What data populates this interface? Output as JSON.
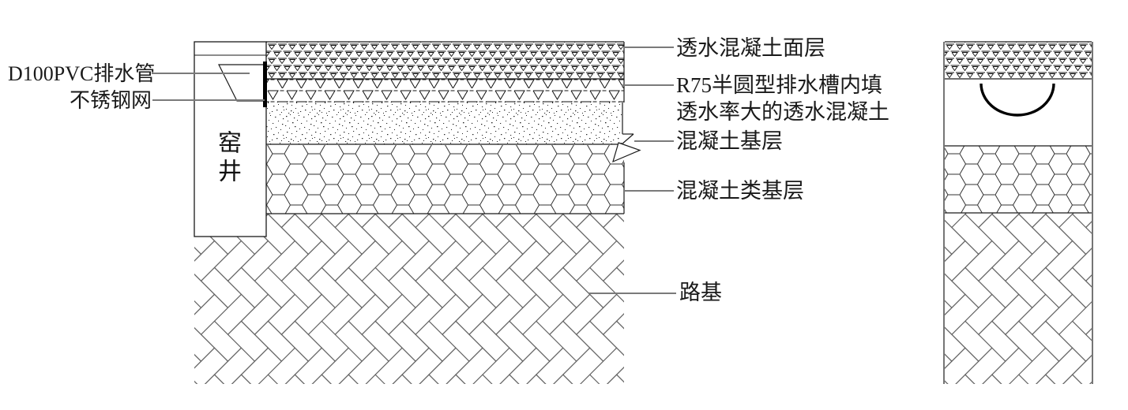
{
  "drawing": {
    "left_labels": [
      {
        "id": "drain-pipe",
        "text": "D100PVC排水管"
      },
      {
        "id": "steel-mesh",
        "text": "不锈钢网"
      }
    ],
    "shaft_label": "窑井",
    "right_labels": [
      {
        "id": "surface-layer",
        "text": "透水混凝土面层"
      },
      {
        "id": "drain-channel",
        "text": "R75半圆型排水槽内填",
        "text2": "透水率大的透水混凝土"
      },
      {
        "id": "concrete-base",
        "text": "混凝土基层"
      },
      {
        "id": "concrete-type-base",
        "text": "混凝土类基层"
      },
      {
        "id": "roadbed",
        "text": "路基"
      }
    ],
    "layers": [
      {
        "name": "透水混凝土面层",
        "hatch": "dense-triangle-hatch"
      },
      {
        "name": "R75半圆型排水槽内填透水率大的透水混凝土",
        "hatch": "sparse-triangle-hatch"
      },
      {
        "name": "混凝土基层",
        "hatch": "stipple-hatch"
      },
      {
        "name": "混凝土类基层",
        "hatch": "hexagon-hatch"
      },
      {
        "name": "路基",
        "hatch": "herringbone-hatch"
      }
    ],
    "colors": {
      "line": "#1a1a1a",
      "leader": "#7a7a7a",
      "text": "#1a1a1a",
      "background": "#ffffff"
    }
  }
}
